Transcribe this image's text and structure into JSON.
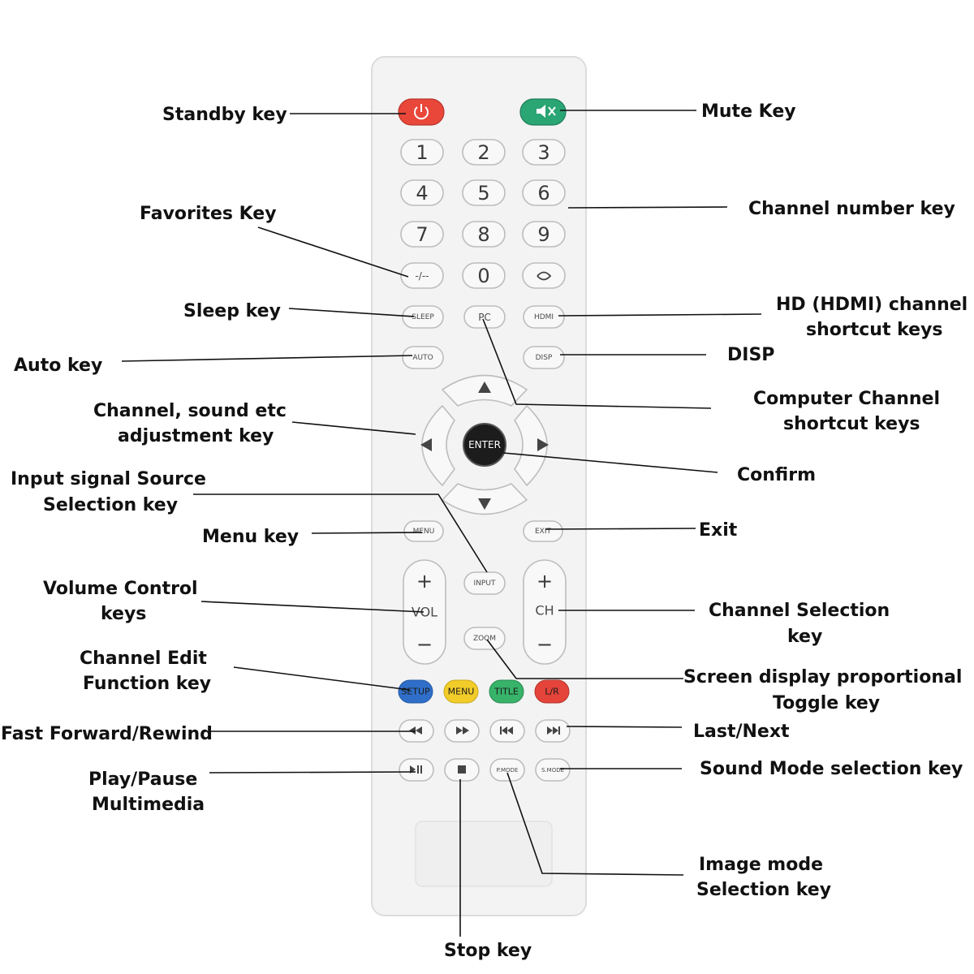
{
  "keys": {
    "num_1": "1",
    "num_2": "2",
    "num_3": "3",
    "num_4": "4",
    "num_5": "5",
    "num_6": "6",
    "num_7": "7",
    "num_8": "8",
    "num_9": "9",
    "dash": "-/--",
    "num_0": "0",
    "sleep": "SLEEP",
    "pc": "PC",
    "hdmi": "HDMI",
    "auto": "AUTO",
    "disp": "DISP",
    "enter": "ENTER",
    "menu": "MENU",
    "exit": "EXIT",
    "input": "INPUT",
    "zoom": "ZOOM",
    "vol": "VOL",
    "ch": "CH",
    "plus": "+",
    "minus": "−",
    "setup": "SETUP",
    "menu_yellow": "MENU",
    "title": "TITLE",
    "lr": "L/R",
    "pmode": "P.MODE",
    "smode": "S.MODE"
  },
  "labels": {
    "standby": "Standby key",
    "mute": "Mute Key",
    "favorites": "Favorites Key",
    "channel_number": "Channel number key",
    "sleep": "Sleep key",
    "hdmi_1": "HD (HDMI) channel",
    "hdmi_2": "shortcut keys",
    "auto": "Auto key",
    "disp": "DISP",
    "adjust_1": "Channel, sound etc",
    "adjust_2": "adjustment key",
    "computer_1": "Computer Channel",
    "computer_2": "shortcut keys",
    "confirm": "Confirm",
    "input_1": "Input signal Source",
    "input_2": "Selection key",
    "menu": "Menu key",
    "exit": "Exit",
    "volume_1": "Volume Control",
    "volume_2": "keys",
    "channel_sel_1": "Channel Selection",
    "channel_sel_2": "key",
    "edit_1": "Channel Edit",
    "edit_2": "Function key",
    "screen_1": "Screen display proportional",
    "screen_2": "Toggle key",
    "fastforward": "Fast Forward/Rewind",
    "lastnext": "Last/Next",
    "play_1": "Play/Pause",
    "play_2": "Multimedia",
    "soundmode": "Sound Mode selection key",
    "image_1": "Image mode",
    "image_2": "Selection key",
    "stop": "Stop key"
  },
  "colors": {
    "standby": "#e8473a",
    "mute": "#2aa574",
    "setup": "#2f6fc9",
    "menu_yellow": "#f2cd2a",
    "title": "#37b36a",
    "lr": "#e5443a",
    "enter": "#1c1c1c"
  },
  "icons": {
    "standby": "power-icon",
    "mute": "mute-icon",
    "return": "return-icon",
    "nav": [
      "arrow-up-icon",
      "arrow-left-icon",
      "arrow-right-icon",
      "arrow-down-icon"
    ],
    "media": [
      "rewind-icon",
      "fast-forward-icon",
      "previous-icon",
      "next-icon",
      "play-pause-icon",
      "stop-icon"
    ]
  }
}
